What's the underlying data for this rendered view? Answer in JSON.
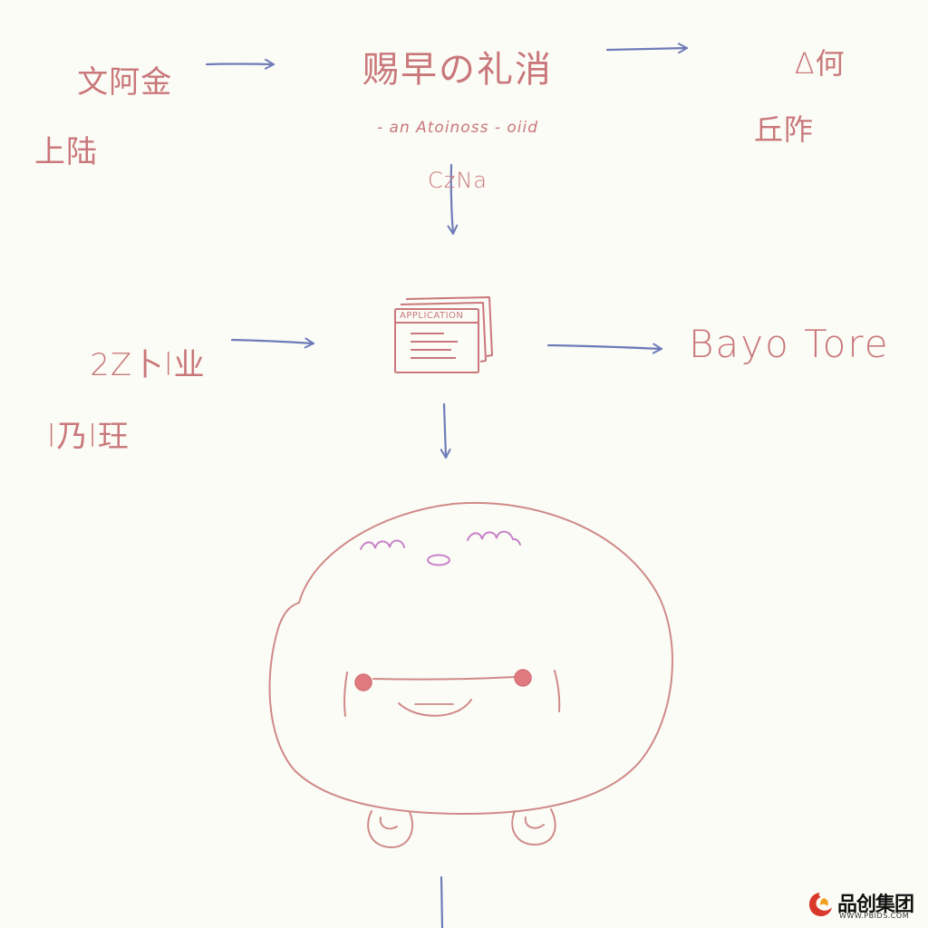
{
  "diagram": {
    "nodes": {
      "top_left": {
        "line1": "文阿金",
        "line2": "上陆"
      },
      "top_middle": {
        "title": "赐早の礼消",
        "subtitle": "- an Atoinoss - oiid",
        "subtitle2": "CzNa"
      },
      "top_right": {
        "line1": "Δ何",
        "line2": "丘阼"
      },
      "middle_left": {
        "line1": "2Z卜l业",
        "line2": "l乃l玨"
      },
      "application_card": {
        "label": "APPLICATION"
      },
      "middle_right": {
        "label": "Bayo Tore"
      }
    },
    "colors": {
      "ink": "#c9777a",
      "arrow": "#6f7bb8",
      "mascot_detail": "#c883c9",
      "cheek": "#e07a80",
      "background": "#fbfcf6"
    },
    "icons": [
      "application-document-icon",
      "mascot-blob-icon",
      "arrow-icon"
    ]
  },
  "watermark": {
    "brand": "品创集团",
    "url": "WWW.PBIDS.COM",
    "colors": {
      "icon_red": "#d9382b",
      "icon_orange": "#f0a020"
    }
  }
}
